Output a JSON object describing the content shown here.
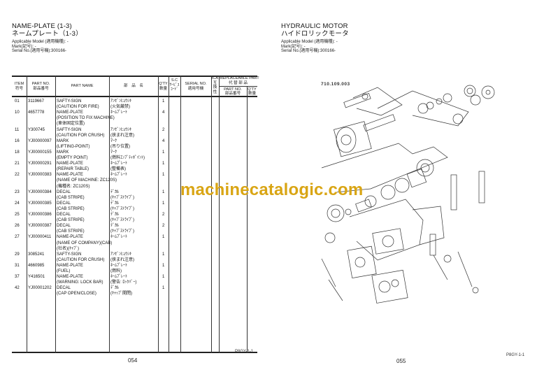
{
  "left_page": {
    "title_en": "NAME-PLATE (1-3)",
    "title_jp": "ネームプレート（1-3）",
    "applicable_model": "Applicable Model (適用機種): -",
    "mark": "Mark(記号): -",
    "serial": "Serial No.(適用号機):300166-",
    "headers": {
      "item": "ITEM",
      "item_jp": "符号",
      "part_no": "PART NO.",
      "part_no_jp": "部品番号",
      "part_name": "PART NAME",
      "part_name_jp": "部　品　名",
      "qty": "Q'TY",
      "qty_jp": "数量",
      "sc": "S.C",
      "sc_jp": "ｻｰﾋﾞｽ",
      "sc_jp2": "ｺｰﾄﾞ",
      "serial_no": "SERIAL NO.",
      "serial_no_jp": "適用号機",
      "ica": "ICA",
      "ica_jp": "互換性",
      "replaceable": "REPLACEABLE PART",
      "replaceable_jp": "代 替 部 品",
      "rep_part_no": "PART NO.",
      "rep_part_no_jp": "部品番号",
      "rep_qty": "Q'TY",
      "rep_qty_jp": "数量"
    },
    "rows": [
      {
        "item": "01",
        "part_no": "3119667",
        "name": "SAFTY-SIGN",
        "jp": "ｱﾝｾﾞﾝﾋｮｳｼｷ",
        "qty": "1"
      },
      {
        "item": "",
        "part_no": "",
        "name": "(CAUTION FOR FIRE)",
        "jp": "(火気厳禁)",
        "qty": ""
      },
      {
        "item": "10",
        "part_no": "4657778",
        "name": "NAME-PLATE",
        "jp": "ﾈｰﾑﾌﾟﾚｰﾄ",
        "qty": "4"
      },
      {
        "item": "",
        "part_no": "",
        "name": "(POSITION TO FIX MACHINE)",
        "jp": "",
        "qty": ""
      },
      {
        "item": "",
        "part_no": "",
        "name": "(車体固定位置)",
        "jp": "",
        "qty": ""
      },
      {
        "item": "11",
        "part_no": "Y300745",
        "name": "SAFTY-SIGN",
        "jp": "ｱﾝｾﾞﾝﾋｮｳｼｷ",
        "qty": "2"
      },
      {
        "item": "",
        "part_no": "",
        "name": "(CAUTION FOR CRUSH)",
        "jp": "(挟まれ注意)",
        "qty": ""
      },
      {
        "item": "16",
        "part_no": "YJ00000097",
        "name": "MARK",
        "jp": "ﾏｰｸ",
        "qty": "4"
      },
      {
        "item": "",
        "part_no": "",
        "name": "(LIFTING-POINT)",
        "jp": "(吊り位置)",
        "qty": ""
      },
      {
        "item": "18",
        "part_no": "YJ00000155",
        "name": "MARK",
        "jp": "ﾏｰｸ",
        "qty": "1"
      },
      {
        "item": "",
        "part_no": "",
        "name": "(EMPTY POINT)",
        "jp": "(燃料ｴﾝﾌﾟﾃｨﾎﾟｲﾝﾄ)",
        "qty": ""
      },
      {
        "item": "21",
        "part_no": "YJ00000291",
        "name": "NAME-PLATE",
        "jp": "ﾈｰﾑﾌﾟﾚｰﾄ",
        "qty": "1"
      },
      {
        "item": "",
        "part_no": "",
        "name": "(REPAIR TABLE)",
        "jp": "(整備表)",
        "qty": ""
      },
      {
        "item": "22",
        "part_no": "YJ00000383",
        "name": "NAME-PLATE",
        "jp": "ﾈｰﾑﾌﾟﾚｰﾄ",
        "qty": "1"
      },
      {
        "item": "",
        "part_no": "",
        "name": "(NAME OF MACHINE: ZC120S)",
        "jp": "",
        "qty": ""
      },
      {
        "item": "",
        "part_no": "",
        "name": "(機種名: ZC120S)",
        "jp": "",
        "qty": ""
      },
      {
        "item": "23",
        "part_no": "YJ00000384",
        "name": "DECAL",
        "jp": "ﾃﾞｶﾙ",
        "qty": "1"
      },
      {
        "item": "",
        "part_no": "",
        "name": "(CAB STRIPE)",
        "jp": "(ｷｬﾌﾞｽﾄﾗｲﾌﾟ)",
        "qty": ""
      },
      {
        "item": "24",
        "part_no": "YJ00000385",
        "name": "DECAL",
        "jp": "ﾃﾞｶﾙ",
        "qty": "1"
      },
      {
        "item": "",
        "part_no": "",
        "name": "(CAB STRIPE)",
        "jp": "(ｷｬﾌﾞｽﾄﾗｲﾌﾟ)",
        "qty": ""
      },
      {
        "item": "25",
        "part_no": "YJ00000386",
        "name": "DECAL",
        "jp": "ﾃﾞｶﾙ",
        "qty": "2"
      },
      {
        "item": "",
        "part_no": "",
        "name": "(CAB STRIPE)",
        "jp": "(ｷｬﾌﾞｽﾄﾗｲﾌﾟ)",
        "qty": ""
      },
      {
        "item": "26",
        "part_no": "YJ00000387",
        "name": "DECAL",
        "jp": "ﾃﾞｶﾙ",
        "qty": "2"
      },
      {
        "item": "",
        "part_no": "",
        "name": "(CAB STRIPE)",
        "jp": "(ｷｬﾌﾞｽﾄﾗｲﾌﾟ)",
        "qty": ""
      },
      {
        "item": "27",
        "part_no": "YJ00000411",
        "name": "NAME-PLATE",
        "jp": "ﾈｰﾑﾌﾟﾚｰﾄ",
        "qty": "1"
      },
      {
        "item": "",
        "part_no": "",
        "name": "(NAME OF COMPANY)(CAB)",
        "jp": "",
        "qty": ""
      },
      {
        "item": "",
        "part_no": "",
        "name": "(社名)(ｷｬﾌﾞ)",
        "jp": "",
        "qty": ""
      },
      {
        "item": "29",
        "part_no": "3085241",
        "name": "SAFTY-SIGN",
        "jp": "ｱﾝｾﾞﾝﾋｮｳｼｷ",
        "qty": "1"
      },
      {
        "item": "",
        "part_no": "",
        "name": "(CAUTION FOR CRUSH)",
        "jp": "(挟まれ注意)",
        "qty": ""
      },
      {
        "item": "31",
        "part_no": "4660985",
        "name": "NAME-PLATE",
        "jp": "ﾈｰﾑﾌﾟﾚｰﾄ",
        "qty": "1"
      },
      {
        "item": "",
        "part_no": "",
        "name": "(FUEL)",
        "jp": "(燃料)",
        "qty": ""
      },
      {
        "item": "37",
        "part_no": "Y416501",
        "name": "NAME-PLATE",
        "jp": "ﾈｰﾑﾌﾟﾚｰﾄ",
        "qty": "1"
      },
      {
        "item": "",
        "part_no": "",
        "name": "(WARNING: LOCK BAR)",
        "jp": "(警告: ﾛｯｸﾊﾞｰ)",
        "qty": ""
      },
      {
        "item": "42",
        "part_no": "YJ00001202",
        "name": "DECAL",
        "jp": "ﾃﾞｶﾙ",
        "qty": "1"
      },
      {
        "item": "",
        "part_no": "",
        "name": "(CAP OPEN/CLOSE)",
        "jp": "(ｷｬｯﾌﾟ開閉)",
        "qty": ""
      }
    ],
    "footer_code": "P8GY-1-1",
    "page_number": "054"
  },
  "right_page": {
    "title_en": "HYDRAULIC MOTOR",
    "title_jp": "ハイドロリックモータ",
    "applicable_model": "Applicable Model (適用機種): -",
    "mark": "Mark(記号): -",
    "serial": "Serial No.(適用号機):300166-",
    "drawing_number": "710.109.003",
    "footer_code": "P8GY-1-1",
    "page_number": "055"
  },
  "watermark": {
    "text": "machinecatalogic.com",
    "color": "#d9a514"
  }
}
